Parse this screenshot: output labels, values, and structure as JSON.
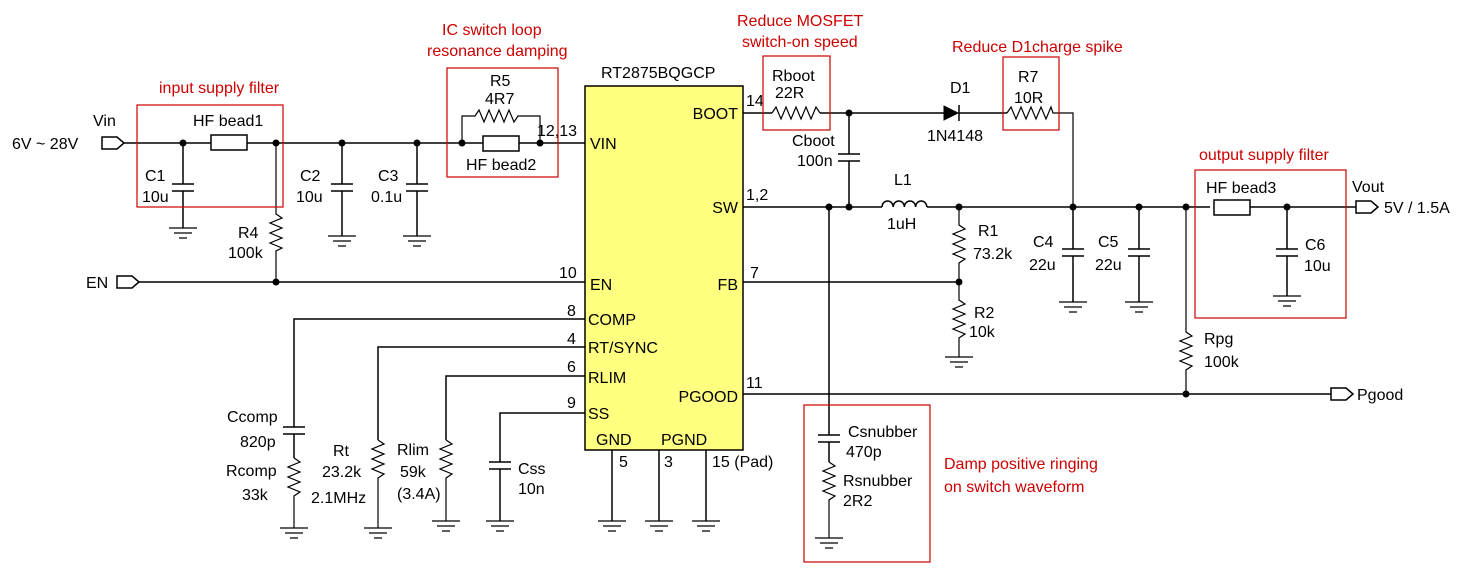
{
  "ic": {
    "name": "RT2875BQGCP",
    "color": "#ffff80",
    "pins_left": {
      "vin": {
        "num": "12,13",
        "label": "VIN"
      },
      "en": {
        "num": "10",
        "label": "EN"
      },
      "comp": {
        "num": "8",
        "label": "COMP"
      },
      "rt": {
        "num": "4",
        "label": "RT/SYNC"
      },
      "rlim": {
        "num": "6",
        "label": "RLIM"
      },
      "ss": {
        "num": "9",
        "label": "SS"
      }
    },
    "pins_right": {
      "boot": {
        "num": "14",
        "label": "BOOT"
      },
      "sw": {
        "num": "1,2",
        "label": "SW"
      },
      "fb": {
        "num": "7",
        "label": "FB"
      },
      "pgood": {
        "num": "11",
        "label": "PGOOD"
      }
    },
    "pins_bottom": {
      "gnd": {
        "num": "5",
        "label": "GND"
      },
      "pgnd": {
        "num": "3",
        "label": "PGND"
      },
      "pad": {
        "num": "15 (Pad)"
      }
    }
  },
  "ports": {
    "vin": {
      "name": "Vin",
      "value": "6V ~ 28V"
    },
    "en": {
      "name": "EN"
    },
    "vout": {
      "name": "Vout",
      "value": "5V / 1.5A"
    },
    "pgood": {
      "name": "Pgood"
    }
  },
  "components": {
    "hf_bead1": "HF bead1",
    "c1": {
      "ref": "C1",
      "value": "10u"
    },
    "r4": {
      "ref": "R4",
      "value": "100k"
    },
    "c2": {
      "ref": "C2",
      "value": "10u"
    },
    "c3": {
      "ref": "C3",
      "value": "0.1u"
    },
    "r5": {
      "ref": "R5",
      "value": "4R7"
    },
    "hf_bead2": "HF bead2",
    "rboot": {
      "ref": "Rboot",
      "value": "22R"
    },
    "cboot": {
      "ref": "Cboot",
      "value": "100n"
    },
    "d1": {
      "ref": "D1",
      "value": "1N4148"
    },
    "r7": {
      "ref": "R7",
      "value": "10R"
    },
    "l1": {
      "ref": "L1",
      "value": "1uH"
    },
    "r1": {
      "ref": "R1",
      "value": "73.2k"
    },
    "r2": {
      "ref": "R2",
      "value": "10k"
    },
    "c4": {
      "ref": "C4",
      "value": "22u"
    },
    "c5": {
      "ref": "C5",
      "value": "22u"
    },
    "hf_bead3": "HF bead3",
    "c6": {
      "ref": "C6",
      "value": "10u"
    },
    "rpg": {
      "ref": "Rpg",
      "value": "100k"
    },
    "ccomp": {
      "ref": "Ccomp",
      "value": "820p"
    },
    "rcomp": {
      "ref": "Rcomp",
      "value": "33k"
    },
    "rt": {
      "ref": "Rt",
      "value": "23.2k",
      "note": "2.1MHz"
    },
    "rlim": {
      "ref": "Rlim",
      "value": "59k",
      "note": "(3.4A)"
    },
    "css": {
      "ref": "Css",
      "value": "10n"
    },
    "csnubber": {
      "ref": "Csnubber",
      "value": "470p"
    },
    "rsnubber": {
      "ref": "Rsnubber",
      "value": "2R2"
    }
  },
  "annotations": {
    "color": "#cc0000",
    "input_filter": "input supply filter",
    "ic_damping": [
      "IC switch loop",
      "resonance damping"
    ],
    "mosfet_speed": [
      "Reduce MOSFET",
      "switch-on speed"
    ],
    "d1_spike": "Reduce D1charge spike",
    "output_filter": "output supply filter",
    "snubber": [
      "Damp positive ringing",
      "on switch waveform"
    ]
  }
}
